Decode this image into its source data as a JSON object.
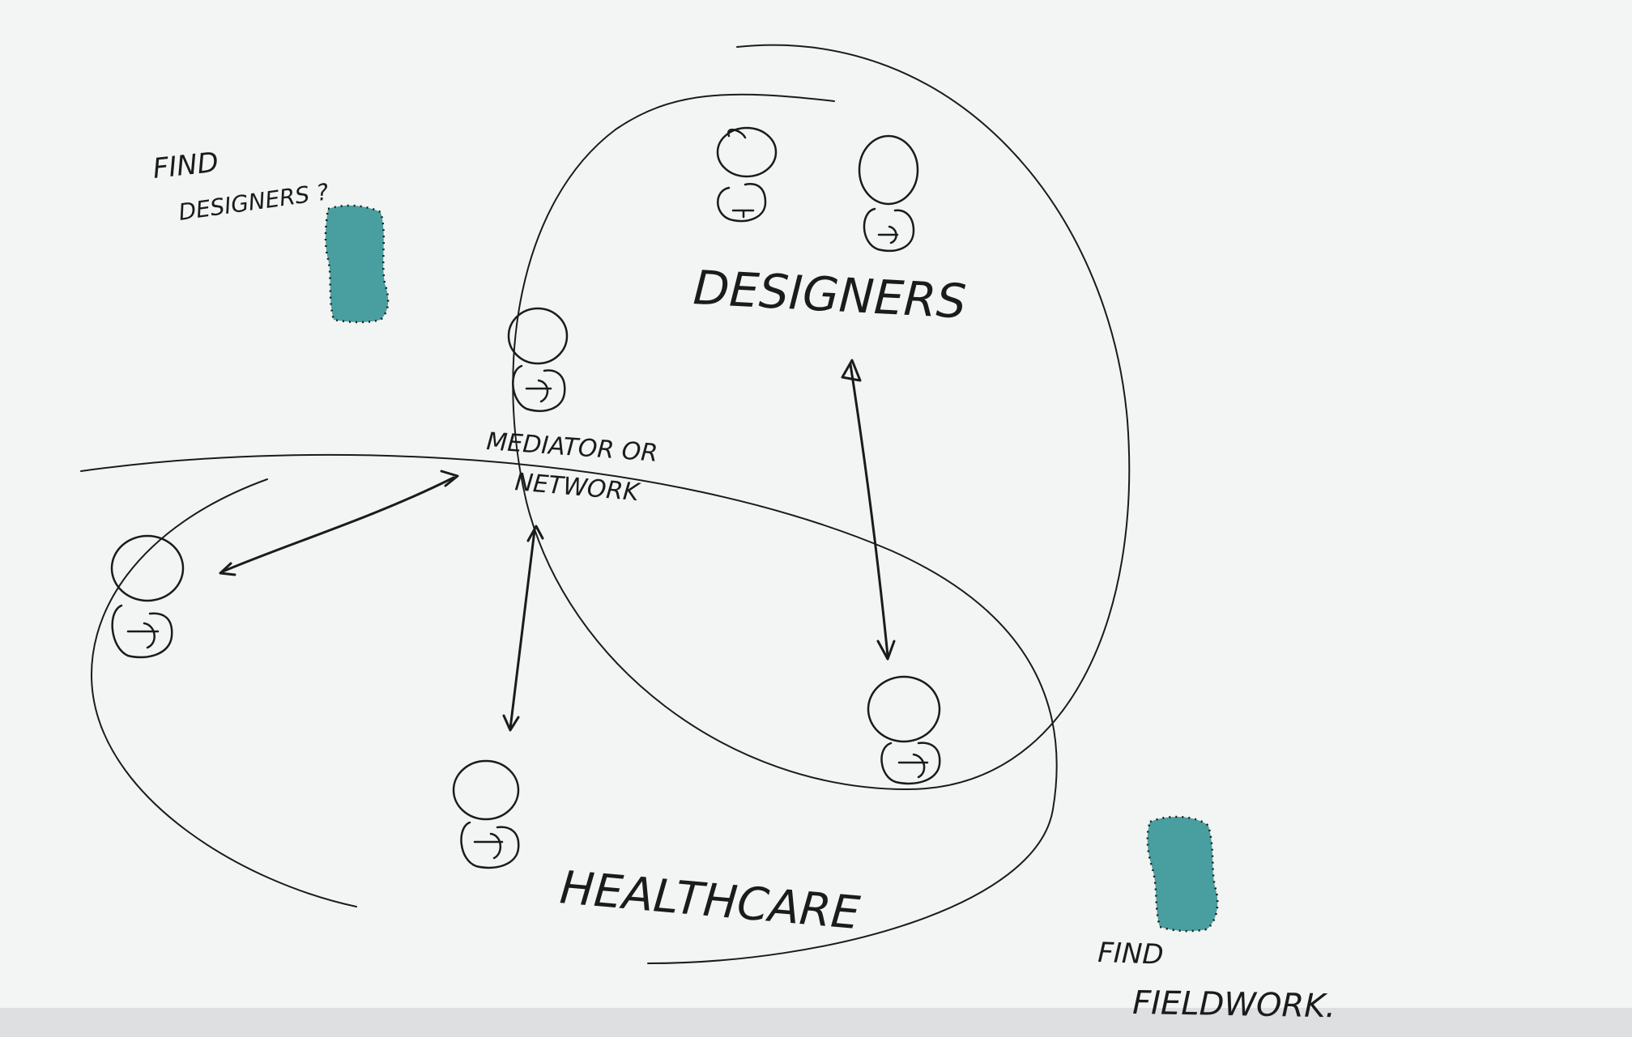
{
  "notes": {
    "top_left_line1": "FIND",
    "top_left_line2": "DESIGNERS ?",
    "bottom_right_line1": "FIND",
    "bottom_right_line2": "FIELDWORK."
  },
  "groups": {
    "designers": "DESIGNERS",
    "healthcare": "HEALTHCARE"
  },
  "center_label": {
    "line1": "MEDIATOR OR",
    "line2": "NETWORK"
  },
  "colors": {
    "ink": "#1b1b1b",
    "marker_teal": "#3f9a9a",
    "paper": "#f3f4f4"
  }
}
